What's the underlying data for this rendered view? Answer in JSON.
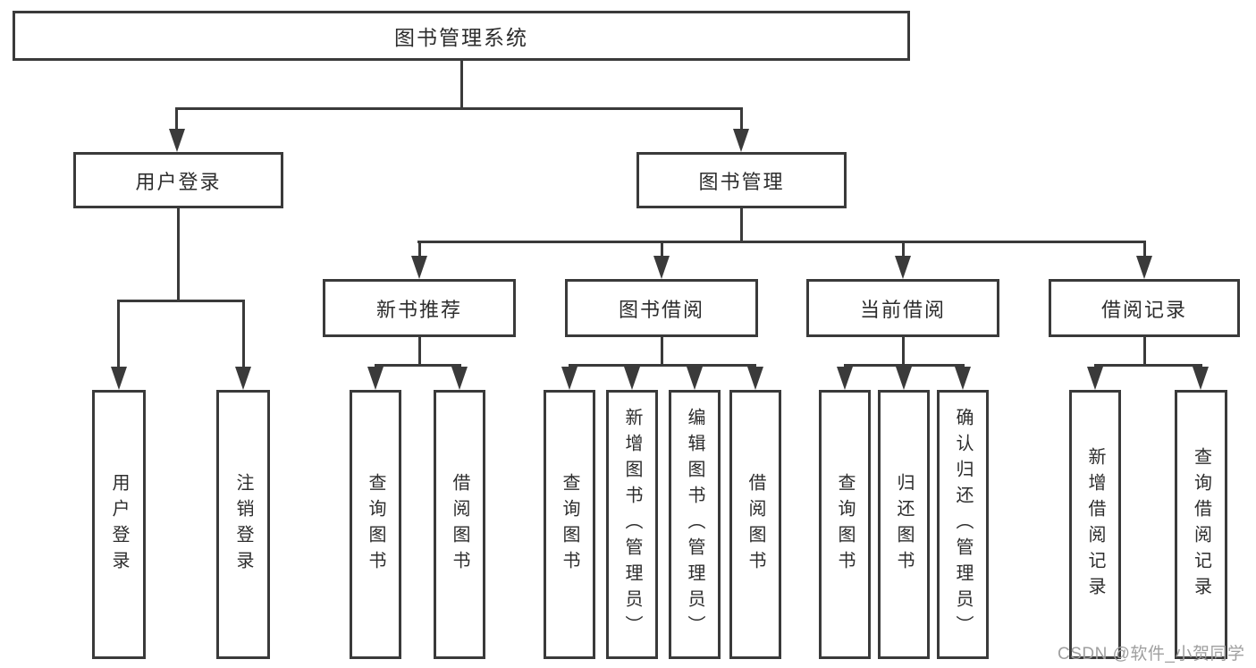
{
  "diagram": {
    "root": {
      "label": "图书管理系统"
    },
    "branches": [
      {
        "label": "用户登录",
        "children": [
          {
            "label": "用户登录"
          },
          {
            "label": "注销登录"
          }
        ]
      },
      {
        "label": "图书管理",
        "children": [
          {
            "label": "新书推荐",
            "children": [
              {
                "label": "查询图书"
              },
              {
                "label": "借阅图书"
              }
            ]
          },
          {
            "label": "图书借阅",
            "children": [
              {
                "label": "查询图书"
              },
              {
                "label": "新增图书（管理员）"
              },
              {
                "label": "编辑图书（管理员）"
              },
              {
                "label": "借阅图书"
              }
            ]
          },
          {
            "label": "当前借阅",
            "children": [
              {
                "label": "查询图书"
              },
              {
                "label": "归还图书"
              },
              {
                "label": "确认归还（管理员）"
              }
            ]
          },
          {
            "label": "借阅记录",
            "children": [
              {
                "label": "新增借阅记录"
              },
              {
                "label": "查询借阅记录"
              }
            ]
          }
        ]
      }
    ]
  },
  "watermark": {
    "text": "CSDN @软件_小贺同学"
  },
  "colors": {
    "line": "#3a3a3a",
    "text": "#2d2d2d",
    "watermark": "#9f9f9f",
    "background": "#ffffff"
  }
}
